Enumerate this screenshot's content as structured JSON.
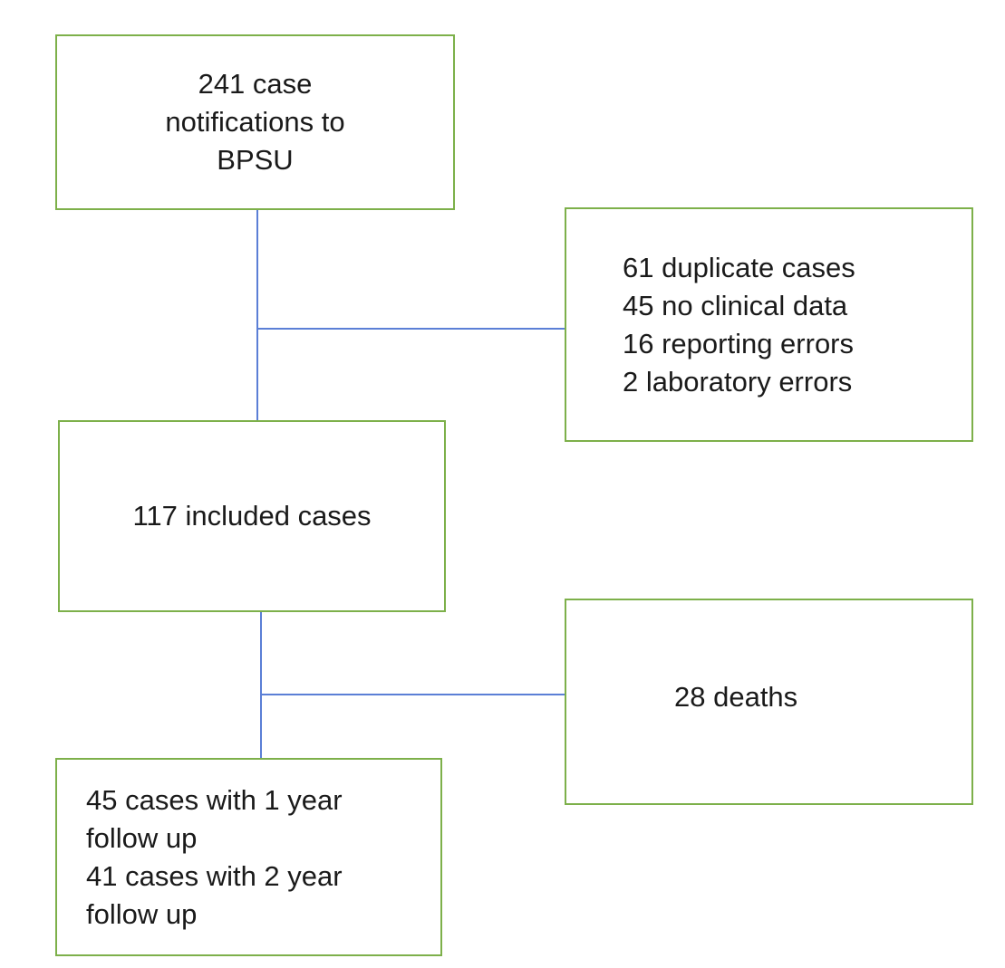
{
  "flowchart": {
    "notifications_box": {
      "text": "241 case notifications to BPSU"
    },
    "excluded_box": {
      "lines": [
        "61 duplicate cases",
        "45 no clinical data",
        "16 reporting errors",
        "2 laboratory errors"
      ]
    },
    "included_box": {
      "text": "117 included cases"
    },
    "deaths_box": {
      "text": "28 deaths"
    },
    "followup_box": {
      "lines": [
        "45 cases with 1 year follow up",
        "41 cases with 2 year follow up"
      ]
    },
    "colors": {
      "box_border": "#7db04a",
      "connector": "#5b7fd6",
      "text": "#1a1a1a"
    }
  }
}
